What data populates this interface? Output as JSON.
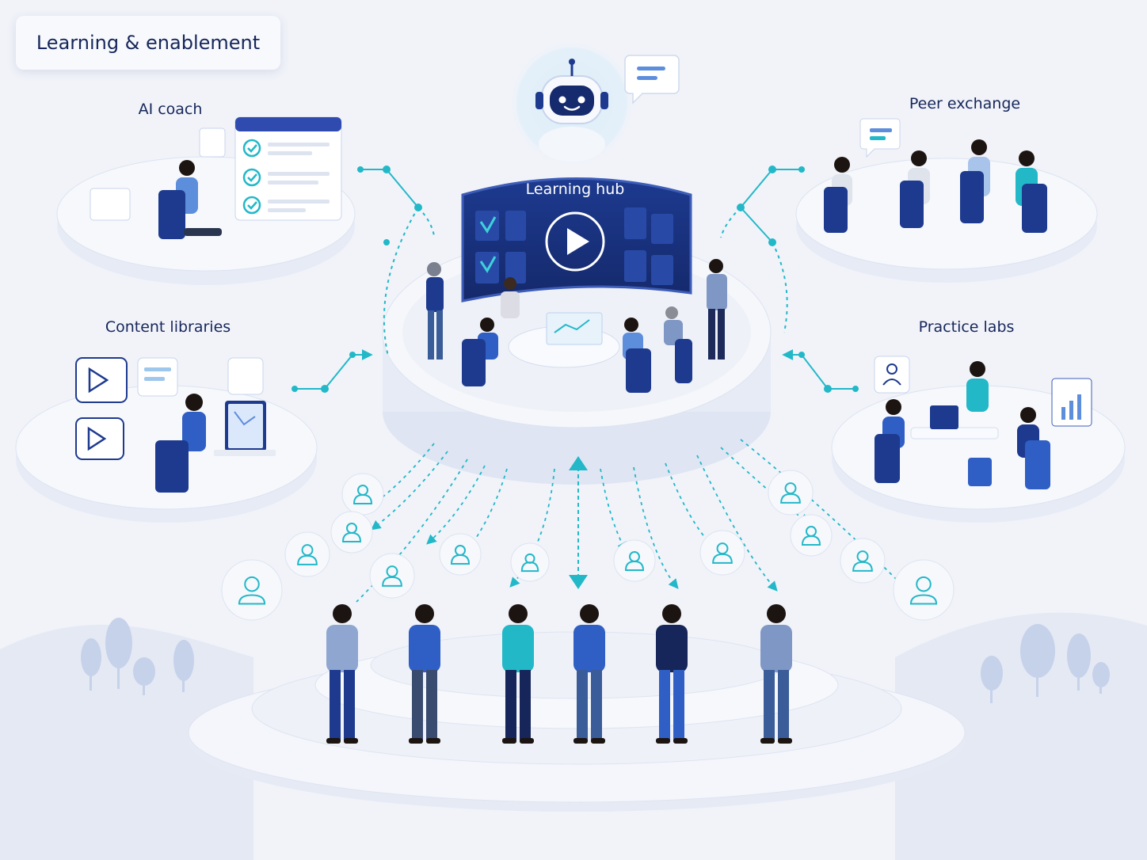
{
  "title": "Learning & enablement",
  "hub": {
    "label": "Learning hub",
    "play_icon": "play-icon",
    "robot_icon": "robot-icon",
    "chat_icon": "chat-bubble-icon"
  },
  "modules": [
    {
      "id": "ai-coach",
      "label": "AI coach"
    },
    {
      "id": "peer-exchange",
      "label": "Peer exchange"
    },
    {
      "id": "content-libraries",
      "label": "Content libraries"
    },
    {
      "id": "practice-labs",
      "label": "Practice labs"
    }
  ],
  "colors": {
    "navy": "#16265a",
    "teal": "#22b8c8",
    "blue": "#2f5fc4",
    "background": "#f1f3f9"
  },
  "learner_icon": "user-icon"
}
